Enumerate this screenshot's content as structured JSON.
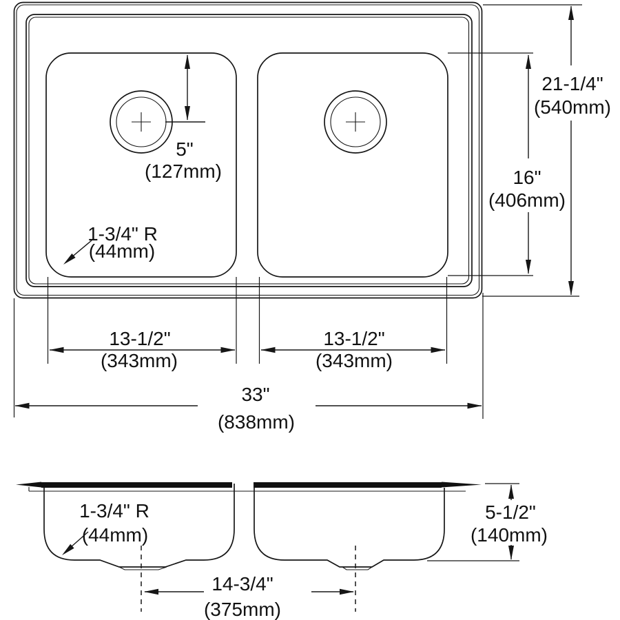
{
  "drawing": {
    "kind": "technical-dimension-drawing",
    "subject": "double-bowl drop-in kitchen sink",
    "background_color": "#ffffff",
    "line_color": "#161616",
    "views": [
      "top-plan-view",
      "side-section-view"
    ]
  },
  "top_view": {
    "drain_offset": {
      "in": "5\"",
      "mm": "(127mm)"
    },
    "corner_radius": {
      "in": "1-3/4\" R",
      "mm": "(44mm)"
    },
    "bowl_front_to_back": {
      "in": "16\"",
      "mm": "(406mm)"
    },
    "overall_front_to_back": {
      "in": "21-1/4\"",
      "mm": "(540mm)"
    },
    "left_bowl_width": {
      "in": "13-1/2\"",
      "mm": "(343mm)"
    },
    "right_bowl_width": {
      "in": "13-1/2\"",
      "mm": "(343mm)"
    },
    "overall_width": {
      "in": "33\"",
      "mm": "(838mm)"
    }
  },
  "side_view": {
    "corner_radius": {
      "in": "1-3/4\" R",
      "mm": "(44mm)"
    },
    "bowl_depth": {
      "in": "5-1/2\"",
      "mm": "(140mm)"
    },
    "drain_spacing": {
      "in": "14-3/4\"",
      "mm": "(375mm)"
    }
  }
}
